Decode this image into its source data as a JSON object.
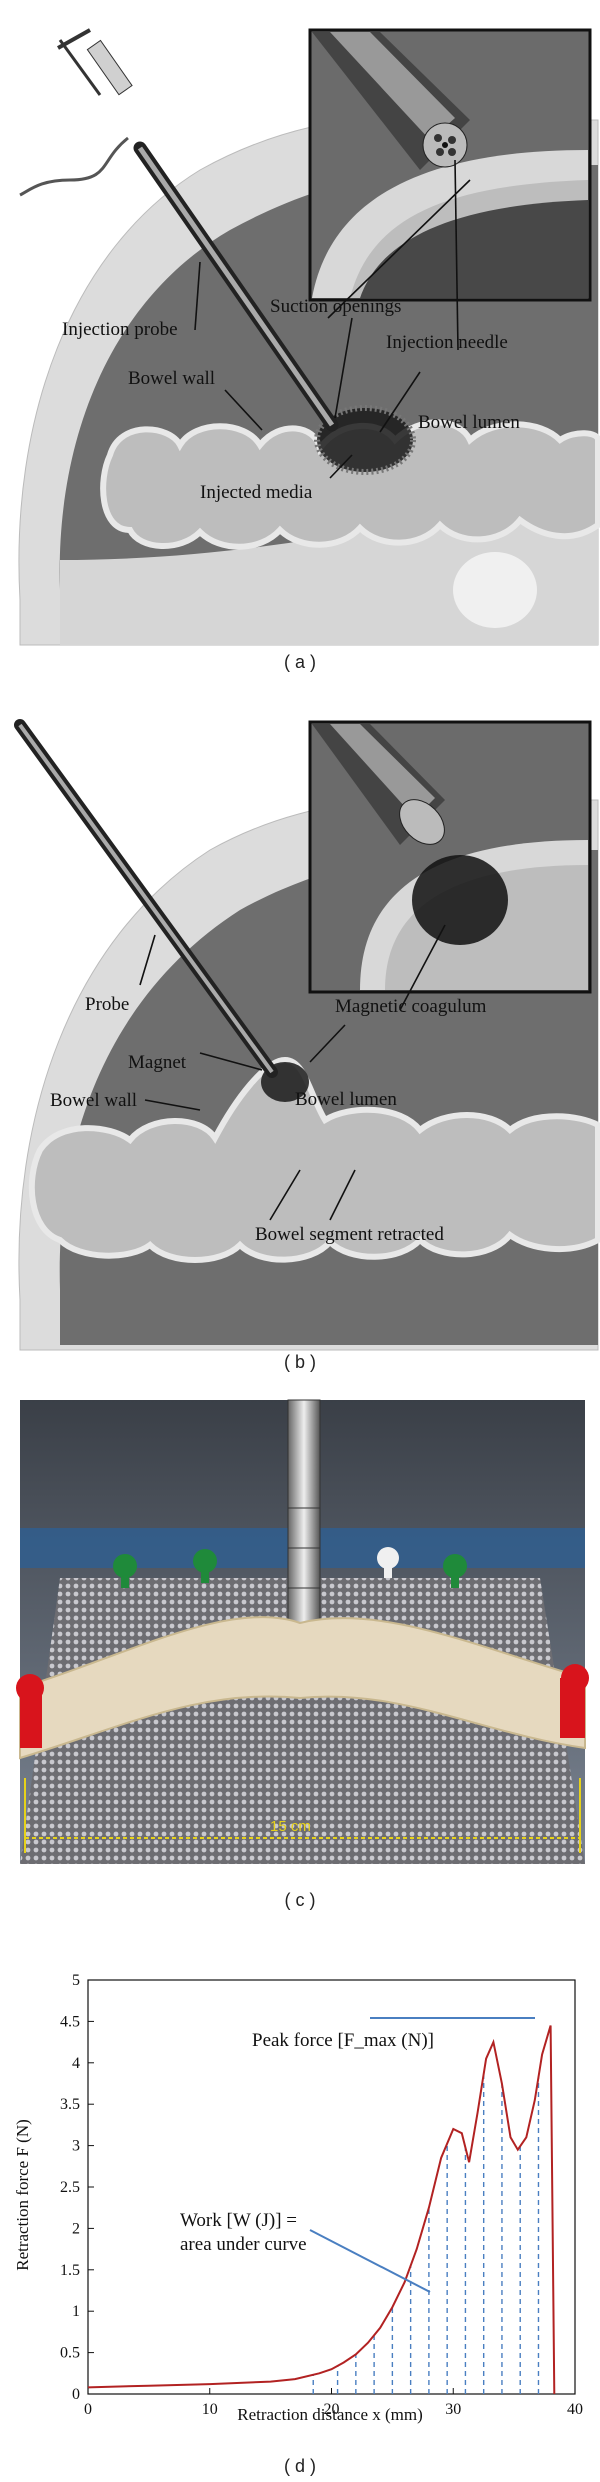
{
  "panel_a": {
    "caption": "( a )",
    "labels": {
      "injection_probe": "Injection probe",
      "suction_openings": "Suction openings",
      "injection_needle": "Injection needle",
      "bowel_wall": "Bowel wall",
      "bowel_lumen": "Bowel lumen",
      "injected_media": "Injected media"
    }
  },
  "panel_b": {
    "caption": "( b )",
    "labels": {
      "probe": "Probe",
      "magnetic_coagulum": "Magnetic coagulum",
      "magnet": "Magnet",
      "bowel_wall": "Bowel wall",
      "bowel_lumen": "Bowel lumen",
      "bowel_segment_retracted": "Bowel segment retracted"
    }
  },
  "panel_c": {
    "caption": "( c )",
    "scale_label": "15 cm",
    "colors": {
      "pin_green": "#1f8a3a",
      "pin_red": "#d8141c",
      "tissue": "#e8dcc4",
      "scale_line": "#e6d21a"
    }
  },
  "panel_d": {
    "caption": "( d )",
    "annotations": {
      "peak_force": "Peak force [F_max (N)]",
      "work_line1": "Work [W (J)] =",
      "work_line2": "area under curve"
    }
  },
  "chart_data": {
    "type": "line",
    "xlabel": "Retraction distance x (mm)",
    "ylabel": "Retraction force F (N)",
    "xlim": [
      0,
      40
    ],
    "ylim": [
      0,
      5
    ],
    "xticks": [
      0,
      10,
      20,
      30,
      40
    ],
    "yticks": [
      0,
      0.5,
      1,
      1.5,
      2,
      2.5,
      3,
      3.5,
      4,
      4.5,
      5
    ],
    "grid": false,
    "series": [
      {
        "x": [
          0,
          5,
          10,
          15,
          17,
          19,
          20,
          21,
          22,
          23,
          24,
          25,
          26,
          27,
          28,
          29,
          30,
          30.7,
          31.3,
          32,
          32.7,
          33.3,
          34,
          34.7,
          35.3,
          36,
          36.7,
          37.3,
          38,
          38.3
        ],
        "y": [
          0.08,
          0.1,
          0.12,
          0.15,
          0.18,
          0.25,
          0.3,
          0.38,
          0.48,
          0.62,
          0.8,
          1.05,
          1.35,
          1.75,
          2.25,
          2.85,
          3.2,
          3.15,
          2.8,
          3.4,
          4.05,
          4.25,
          3.75,
          3.1,
          2.95,
          3.1,
          3.55,
          4.1,
          4.45,
          0
        ]
      }
    ],
    "hatch_x": [
      18.5,
      20.5,
      22,
      23.5,
      25,
      26.5,
      28,
      29.5,
      31,
      32.5,
      34,
      35.5,
      37
    ],
    "colors": {
      "curve": "#b22222",
      "hatch": "#4a7fc1",
      "annotation_line": "#4a7fc1"
    }
  }
}
